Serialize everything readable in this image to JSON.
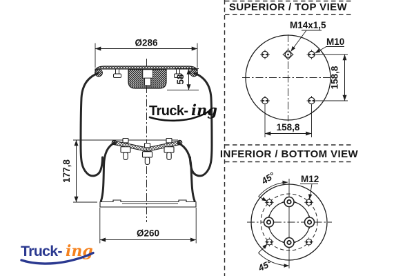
{
  "panel": {
    "title_top": "SUPERIOR / TOP VIEW",
    "title_bottom": "INFERIOR / BOTTOM VIEW"
  },
  "side_view": {
    "dim_top_plate_diameter": "Ø286",
    "dim_bump_stop_height": "58",
    "dim_piston_height": "177,8",
    "dim_piston_diameter": "Ø260"
  },
  "top_view": {
    "center_thread_label": "M14x1,5",
    "stud_thread_label": "M10",
    "dim_stud_spacing_vertical": "158,8",
    "dim_stud_spacing_horizontal": "158,8"
  },
  "bottom_view": {
    "stud_thread_label": "M12",
    "angle_label_top": "45°",
    "angle_label_bottom": "45°"
  },
  "watermark_logo": {
    "word": "Truck-",
    "suffix": "ing"
  },
  "brand_logo": {
    "word": "Truck-",
    "suffix": "ing"
  },
  "colors": {
    "line": "#1d1d1d",
    "brand_navy": "#2b3990",
    "brand_orange": "#f5821f"
  }
}
